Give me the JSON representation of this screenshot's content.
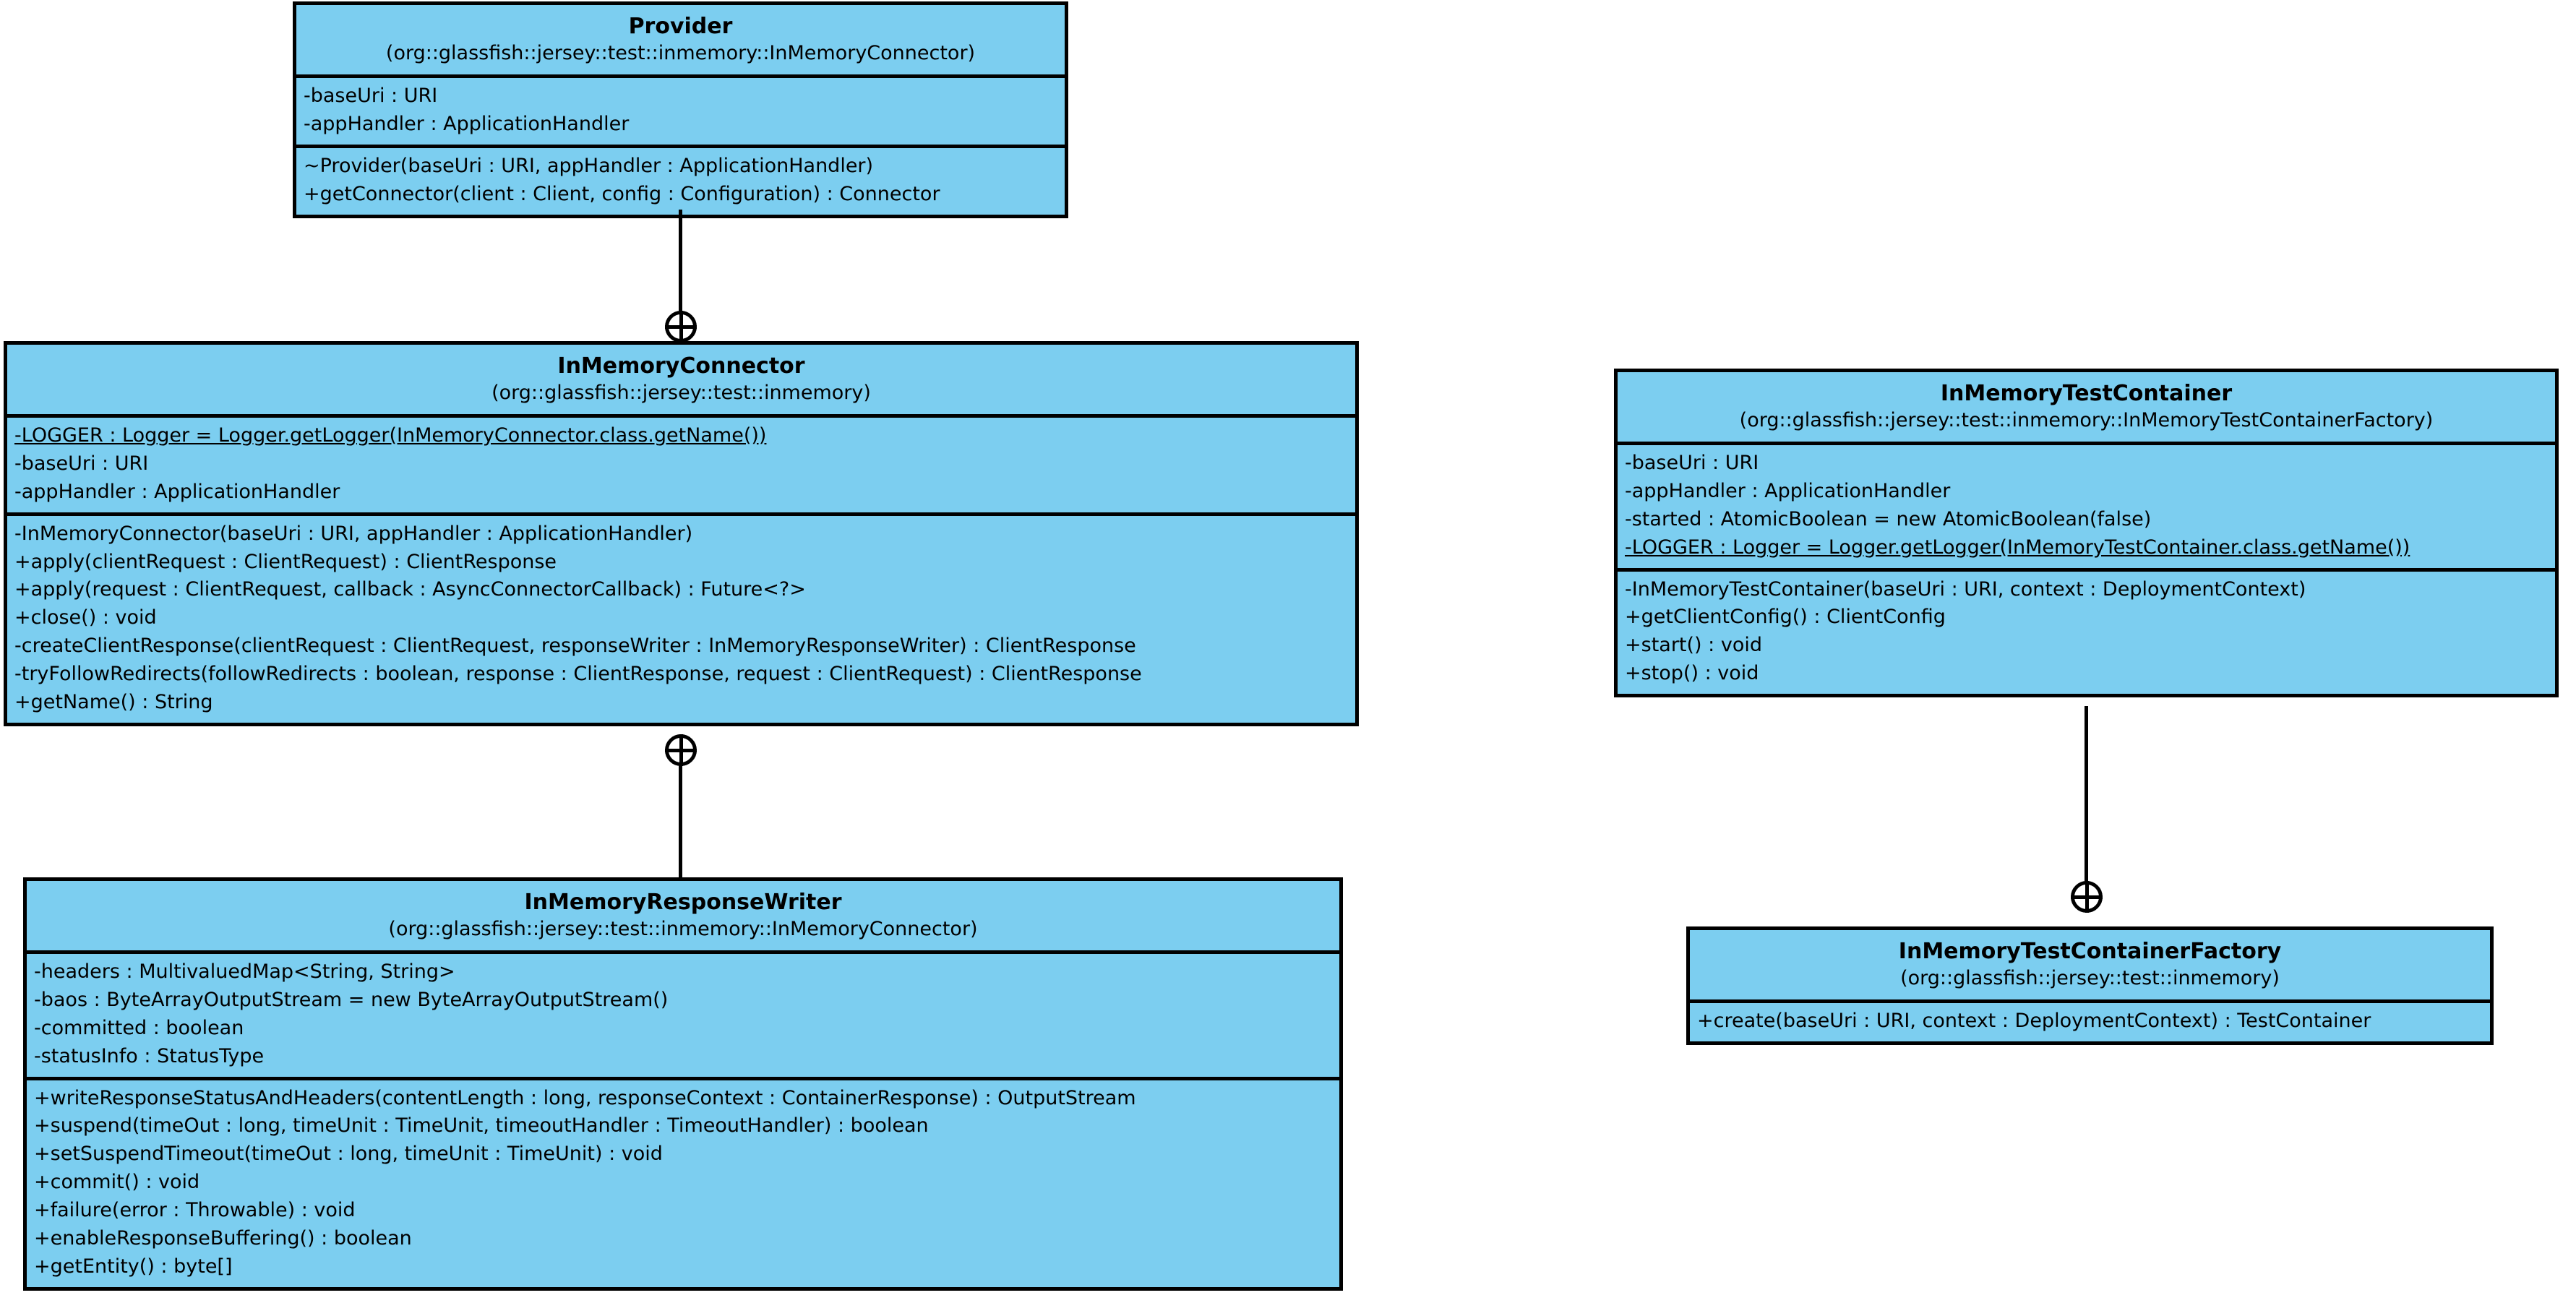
{
  "diagram": {
    "title": "InMemory Connector and Test Container UML Class Diagram",
    "type": "uml-class-diagram",
    "fill_color": "#7ccef0",
    "line_color": "#000000",
    "background_color": "#ffffff"
  },
  "classes": {
    "provider": {
      "name": "Provider",
      "package": "(org::glassfish::jersey::test::inmemory::InMemoryConnector)",
      "attributes": [
        {
          "text": "-baseUri : URI",
          "static": false
        },
        {
          "text": "-appHandler : ApplicationHandler",
          "static": false
        }
      ],
      "operations": [
        {
          "text": "~Provider(baseUri : URI, appHandler : ApplicationHandler)",
          "static": false
        },
        {
          "text": "+getConnector(client : Client, config : Configuration) : Connector",
          "static": false
        }
      ]
    },
    "in_memory_connector": {
      "name": "InMemoryConnector",
      "package": "(org::glassfish::jersey::test::inmemory)",
      "attributes": [
        {
          "text": "-LOGGER : Logger = Logger.getLogger(InMemoryConnector.class.getName())",
          "static": true
        },
        {
          "text": "-baseUri : URI",
          "static": false
        },
        {
          "text": "-appHandler : ApplicationHandler",
          "static": false
        }
      ],
      "operations": [
        {
          "text": "-InMemoryConnector(baseUri : URI, appHandler : ApplicationHandler)",
          "static": false
        },
        {
          "text": "+apply(clientRequest : ClientRequest) : ClientResponse",
          "static": false
        },
        {
          "text": "+apply(request : ClientRequest, callback : AsyncConnectorCallback) : Future<?>",
          "static": false
        },
        {
          "text": "+close() : void",
          "static": false
        },
        {
          "text": "-createClientResponse(clientRequest : ClientRequest, responseWriter : InMemoryResponseWriter) : ClientResponse",
          "static": false
        },
        {
          "text": "-tryFollowRedirects(followRedirects : boolean, response : ClientResponse, request : ClientRequest) : ClientResponse",
          "static": false
        },
        {
          "text": "+getName() : String",
          "static": false
        }
      ]
    },
    "in_memory_response_writer": {
      "name": "InMemoryResponseWriter",
      "package": "(org::glassfish::jersey::test::inmemory::InMemoryConnector)",
      "attributes": [
        {
          "text": "-headers : MultivaluedMap<String, String>",
          "static": false
        },
        {
          "text": "-baos : ByteArrayOutputStream = new ByteArrayOutputStream()",
          "static": false
        },
        {
          "text": "-committed : boolean",
          "static": false
        },
        {
          "text": "-statusInfo : StatusType",
          "static": false
        }
      ],
      "operations": [
        {
          "text": "+writeResponseStatusAndHeaders(contentLength : long, responseContext : ContainerResponse) : OutputStream",
          "static": false
        },
        {
          "text": "+suspend(timeOut : long, timeUnit : TimeUnit, timeoutHandler : TimeoutHandler) : boolean",
          "static": false
        },
        {
          "text": "+setSuspendTimeout(timeOut : long, timeUnit : TimeUnit) : void",
          "static": false
        },
        {
          "text": "+commit() : void",
          "static": false
        },
        {
          "text": "+failure(error : Throwable) : void",
          "static": false
        },
        {
          "text": "+enableResponseBuffering() : boolean",
          "static": false
        },
        {
          "text": "+getEntity() : byte[]",
          "static": false
        }
      ]
    },
    "in_memory_test_container": {
      "name": "InMemoryTestContainer",
      "package": "(org::glassfish::jersey::test::inmemory::InMemoryTestContainerFactory)",
      "attributes": [
        {
          "text": "-baseUri : URI",
          "static": false
        },
        {
          "text": "-appHandler : ApplicationHandler",
          "static": false
        },
        {
          "text": "-started : AtomicBoolean = new AtomicBoolean(false)",
          "static": false
        },
        {
          "text": "-LOGGER : Logger = Logger.getLogger(InMemoryTestContainer.class.getName())",
          "static": true
        }
      ],
      "operations": [
        {
          "text": "-InMemoryTestContainer(baseUri : URI, context : DeploymentContext)",
          "static": false
        },
        {
          "text": "+getClientConfig() : ClientConfig",
          "static": false
        },
        {
          "text": "+start() : void",
          "static": false
        },
        {
          "text": "+stop() : void",
          "static": false
        }
      ]
    },
    "in_memory_test_container_factory": {
      "name": "InMemoryTestContainerFactory",
      "package": "(org::glassfish::jersey::test::inmemory)",
      "attributes": [],
      "operations": [
        {
          "text": "+create(baseUri : URI, context : DeploymentContext) : TestContainer",
          "static": false
        }
      ]
    }
  },
  "relationships": [
    {
      "kind": "nested-class",
      "icon": "circle-plus-icon",
      "from": "InMemoryConnector",
      "to": "Provider"
    },
    {
      "kind": "nested-class",
      "icon": "circle-plus-icon",
      "from": "InMemoryConnector",
      "to": "InMemoryResponseWriter"
    },
    {
      "kind": "nested-class",
      "icon": "circle-plus-icon",
      "from": "InMemoryTestContainerFactory",
      "to": "InMemoryTestContainer"
    }
  ]
}
